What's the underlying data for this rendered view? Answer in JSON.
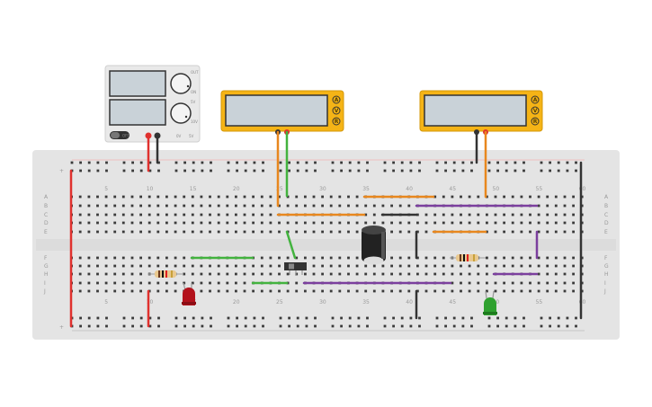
{
  "breadboard": {
    "row_letters_top": [
      "A",
      "B",
      "C",
      "D",
      "E"
    ],
    "row_letters_bottom": [
      "F",
      "G",
      "H",
      "I",
      "J"
    ],
    "column_numbers": [
      "5",
      "10",
      "15",
      "20",
      "25",
      "30",
      "35",
      "40",
      "45",
      "50",
      "55",
      "60"
    ],
    "rail_plus": "+",
    "rail_minus": "−"
  },
  "power_supply": {
    "labels": [
      "OUT",
      "ON",
      "5V",
      "10V",
      "0V",
      "5V"
    ],
    "switch_label": "OFF"
  },
  "multimeter_1": {
    "buttons": [
      "A",
      "V",
      "R"
    ]
  },
  "multimeter_2": {
    "buttons": [
      "A",
      "V",
      "R"
    ]
  },
  "resistor_1": {
    "label": ""
  },
  "component_colors": {
    "board": "#e6e6e6",
    "wire_red": "#e0312e",
    "wire_black": "#333333",
    "wire_orange": "#e8871e",
    "wire_green": "#43b33f",
    "wire_purple": "#7b3f9e",
    "led_red": "#b3121c",
    "led_green": "#2fa12f",
    "multimeter_body": "#f5b416",
    "capacitor": "#222222"
  }
}
